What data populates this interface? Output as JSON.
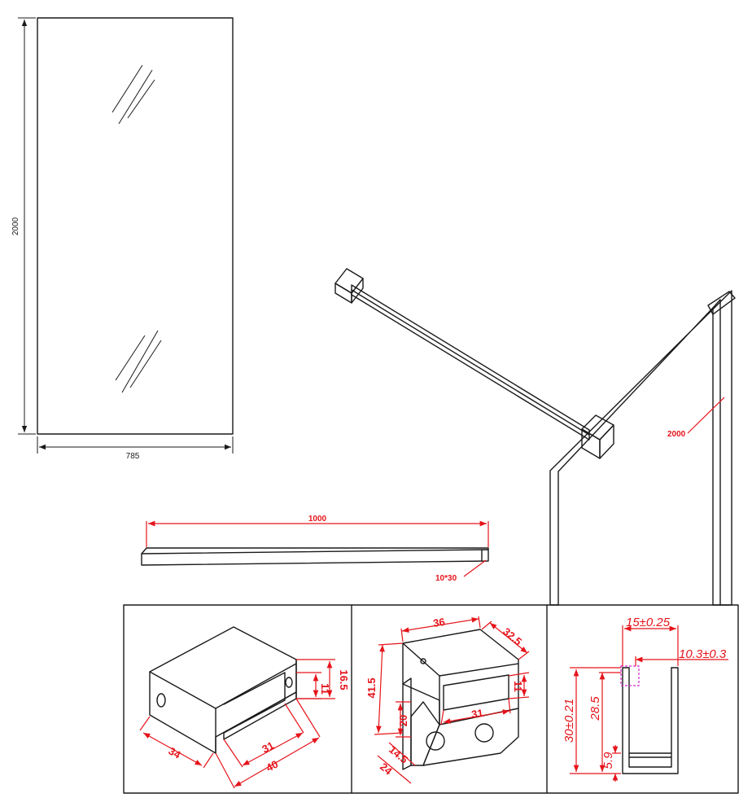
{
  "glass_panel": {
    "height_label": "2000",
    "width_label": "785"
  },
  "support_bar": {
    "length_label": "1000",
    "section_label": "10*30"
  },
  "assembly": {
    "height_label": "2000"
  },
  "wall_bracket": {
    "depth": "34",
    "inner_width": "31",
    "outer_width": "40",
    "height": "16.5",
    "slot": "11"
  },
  "glass_clamp": {
    "top_width": "36",
    "top_depth": "32.5",
    "height": "41.5",
    "slot": "11",
    "slot_width": "31",
    "neck": "20",
    "base1": "14.5",
    "base2": "24"
  },
  "profile": {
    "top_opening": "15±0.25",
    "lip": "10.3±0.3",
    "height_total": "30±0.21",
    "height_inner": "28.5",
    "base": "5.9"
  }
}
